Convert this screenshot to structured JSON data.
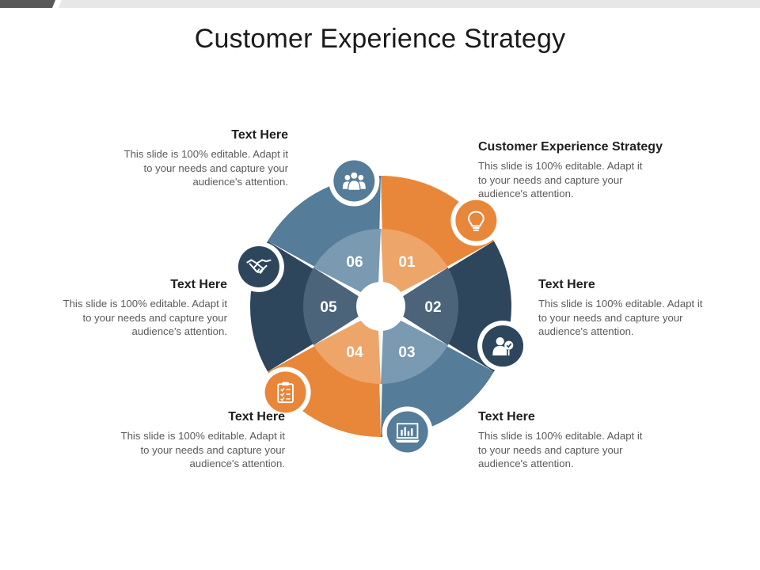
{
  "title": "Customer Experience Strategy",
  "colors": {
    "orange": "#E8873A",
    "orange_light": "#EEA56A",
    "steel": "#557C98",
    "steel_light": "#7A9AB2",
    "navy": "#2E465C",
    "slate": "#4B6479",
    "grey_bar": "#E7E7E7",
    "dark_bar": "#595959"
  },
  "segments": [
    {
      "number": "01",
      "icon": "lightbulb-icon"
    },
    {
      "number": "02",
      "icon": "user-check-icon"
    },
    {
      "number": "03",
      "icon": "presentation-chart-icon"
    },
    {
      "number": "04",
      "icon": "clipboard-checklist-icon"
    },
    {
      "number": "05",
      "icon": "handshake-icon"
    },
    {
      "number": "06",
      "icon": "team-icon"
    }
  ],
  "blocks": [
    {
      "title": "Customer Experience Strategy",
      "lines": [
        "This slide is 100% editable. Adapt it",
        "to your needs and capture your",
        "audience's attention."
      ]
    },
    {
      "title": "Text Here",
      "lines": [
        "This slide is 100% editable. Adapt it",
        "to your needs and capture your",
        "audience's attention."
      ]
    },
    {
      "title": "Text Here",
      "lines": [
        "This slide is 100% editable. Adapt it",
        "to your needs and capture your",
        "audience's attention."
      ]
    },
    {
      "title": "Text Here",
      "lines": [
        "This slide is 100% editable. Adapt it",
        "to your needs and capture your",
        "audience's attention."
      ]
    },
    {
      "title": "Text Here",
      "lines": [
        "This slide is 100% editable. Adapt it",
        "to your needs and capture your",
        "audience's attention."
      ]
    },
    {
      "title": "Text Here",
      "lines": [
        "This slide is 100% editable. Adapt it",
        "to your needs and capture your",
        "audience's attention."
      ]
    }
  ]
}
